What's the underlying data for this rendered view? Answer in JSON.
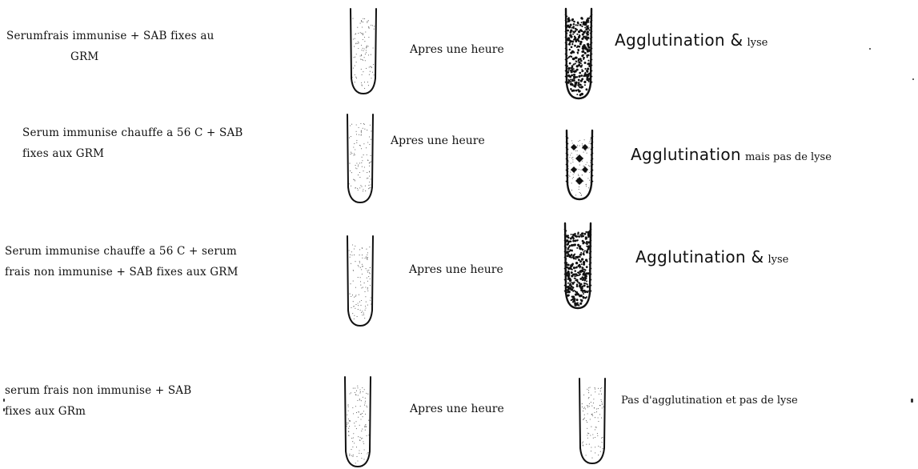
{
  "rows": [
    {
      "condition_line1": "Serumfrais   immunise + SAB fixes au",
      "condition_line2": "GRM",
      "after": "Apres une heure",
      "result_big": "Agglutination &",
      "result_small": "lyse",
      "before_tube": "sparse-icon",
      "after_tube": "dense-dots-icon"
    },
    {
      "condition_line1": "Serum immunise chauffe a 56 C + SAB",
      "condition_line2": "fixes aux GRM",
      "after": "Apres une heure",
      "result_big": "Agglutination",
      "result_small": "mais pas de lyse",
      "before_tube": "sparse-icon",
      "after_tube": "diamond-clumps-icon"
    },
    {
      "condition_line1": "Serum immunise chauffe a 56 C + serum",
      "condition_line2": "frais non immunise + SAB fixes aux GRM",
      "after": "Apres une heure",
      "result_big": "Agglutination &",
      "result_small": "lyse",
      "before_tube": "sparse-icon",
      "after_tube": "dense-dots-icon"
    },
    {
      "condition_line1": "serum frais non immunise + SAB",
      "condition_line2": "fixes aux GRm",
      "after": "Apres une heure",
      "result_big": "",
      "result_small": "Pas d'agglutination et pas de lyse",
      "before_tube": "sparse-icon",
      "after_tube": "sparse-icon"
    }
  ]
}
